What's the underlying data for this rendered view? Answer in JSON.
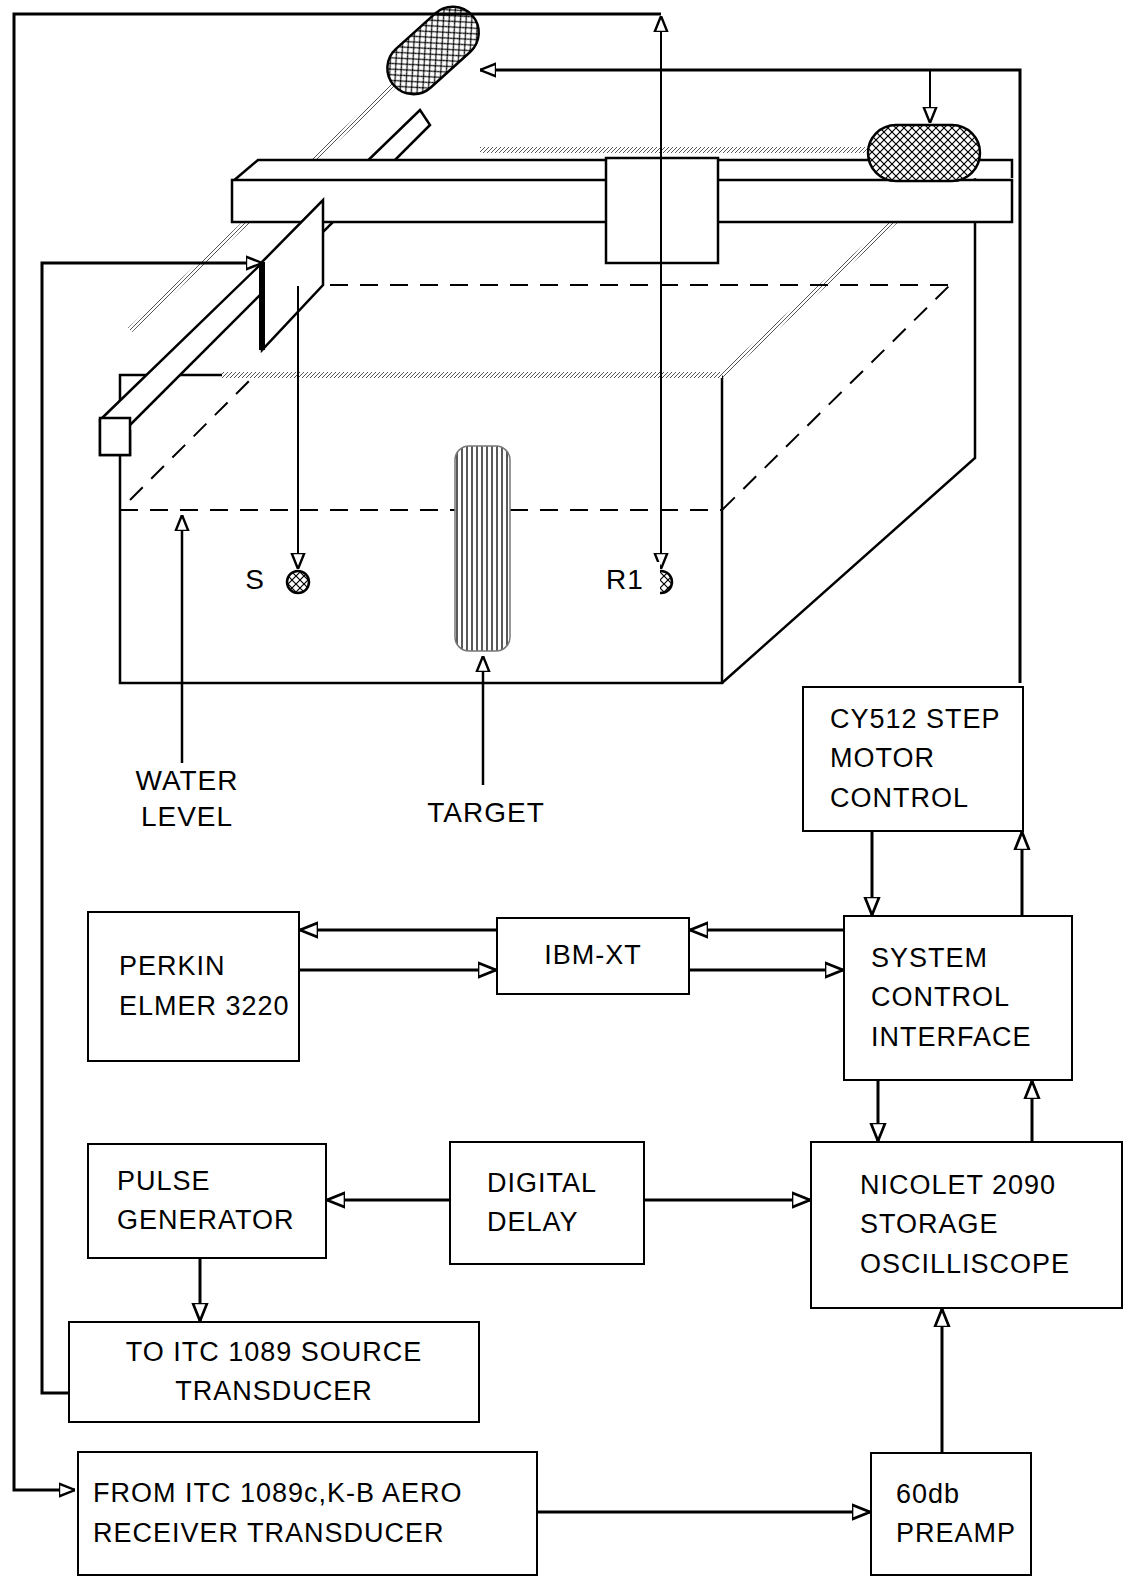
{
  "diagram": {
    "nodes": [
      {
        "text": [
          "CY512 STEP MOTOR CONTROL"
        ]
      },
      {
        "text": [
          "PERKIN ELMER 3220"
        ]
      },
      {
        "text": [
          "IBM-XT"
        ]
      },
      {
        "text": [
          "SYSTEM CONTROL INTERFACE"
        ]
      },
      {
        "text": [
          "PULSE GENERATOR"
        ]
      },
      {
        "text": [
          "DIGITAL DELAY"
        ]
      },
      {
        "text": [
          "NICOLET 2090 STORAGE OSCILLISCOPE"
        ]
      },
      {
        "text": [
          "TO ITC 1089 SOURCE TRANSDUCER"
        ]
      },
      {
        "text": [
          "FROM ITC 1089c,K-B AERO RECEIVER TRANSDUCER"
        ]
      },
      {
        "text": [
          "60db PREAMP"
        ]
      }
    ],
    "edges": [
      {
        "from": 2,
        "to": 1,
        "arrow": "to"
      },
      {
        "from": 1,
        "to": 2,
        "arrow": "to"
      },
      {
        "from": 3,
        "to": 2,
        "arrow": "to"
      },
      {
        "from": 2,
        "to": 3,
        "arrow": "to"
      },
      {
        "from": 0,
        "to": 3,
        "arrow": "to"
      },
      {
        "from": 3,
        "to": 0,
        "arrow": "to"
      },
      {
        "from": 3,
        "to": 6,
        "arrow": "to"
      },
      {
        "from": 6,
        "to": 3,
        "arrow": "to"
      },
      {
        "from": 5,
        "to": 4,
        "arrow": "to"
      },
      {
        "from": 5,
        "to": 6,
        "arrow": "to"
      },
      {
        "from": 4,
        "to": 7,
        "arrow": "to"
      },
      {
        "from": 8,
        "to": 9,
        "arrow": "to"
      },
      {
        "from": 9,
        "to": 6,
        "arrow": "to"
      }
    ],
    "labels": [
      "S",
      "R1",
      "WATER LEVEL",
      "TARGET"
    ]
  }
}
